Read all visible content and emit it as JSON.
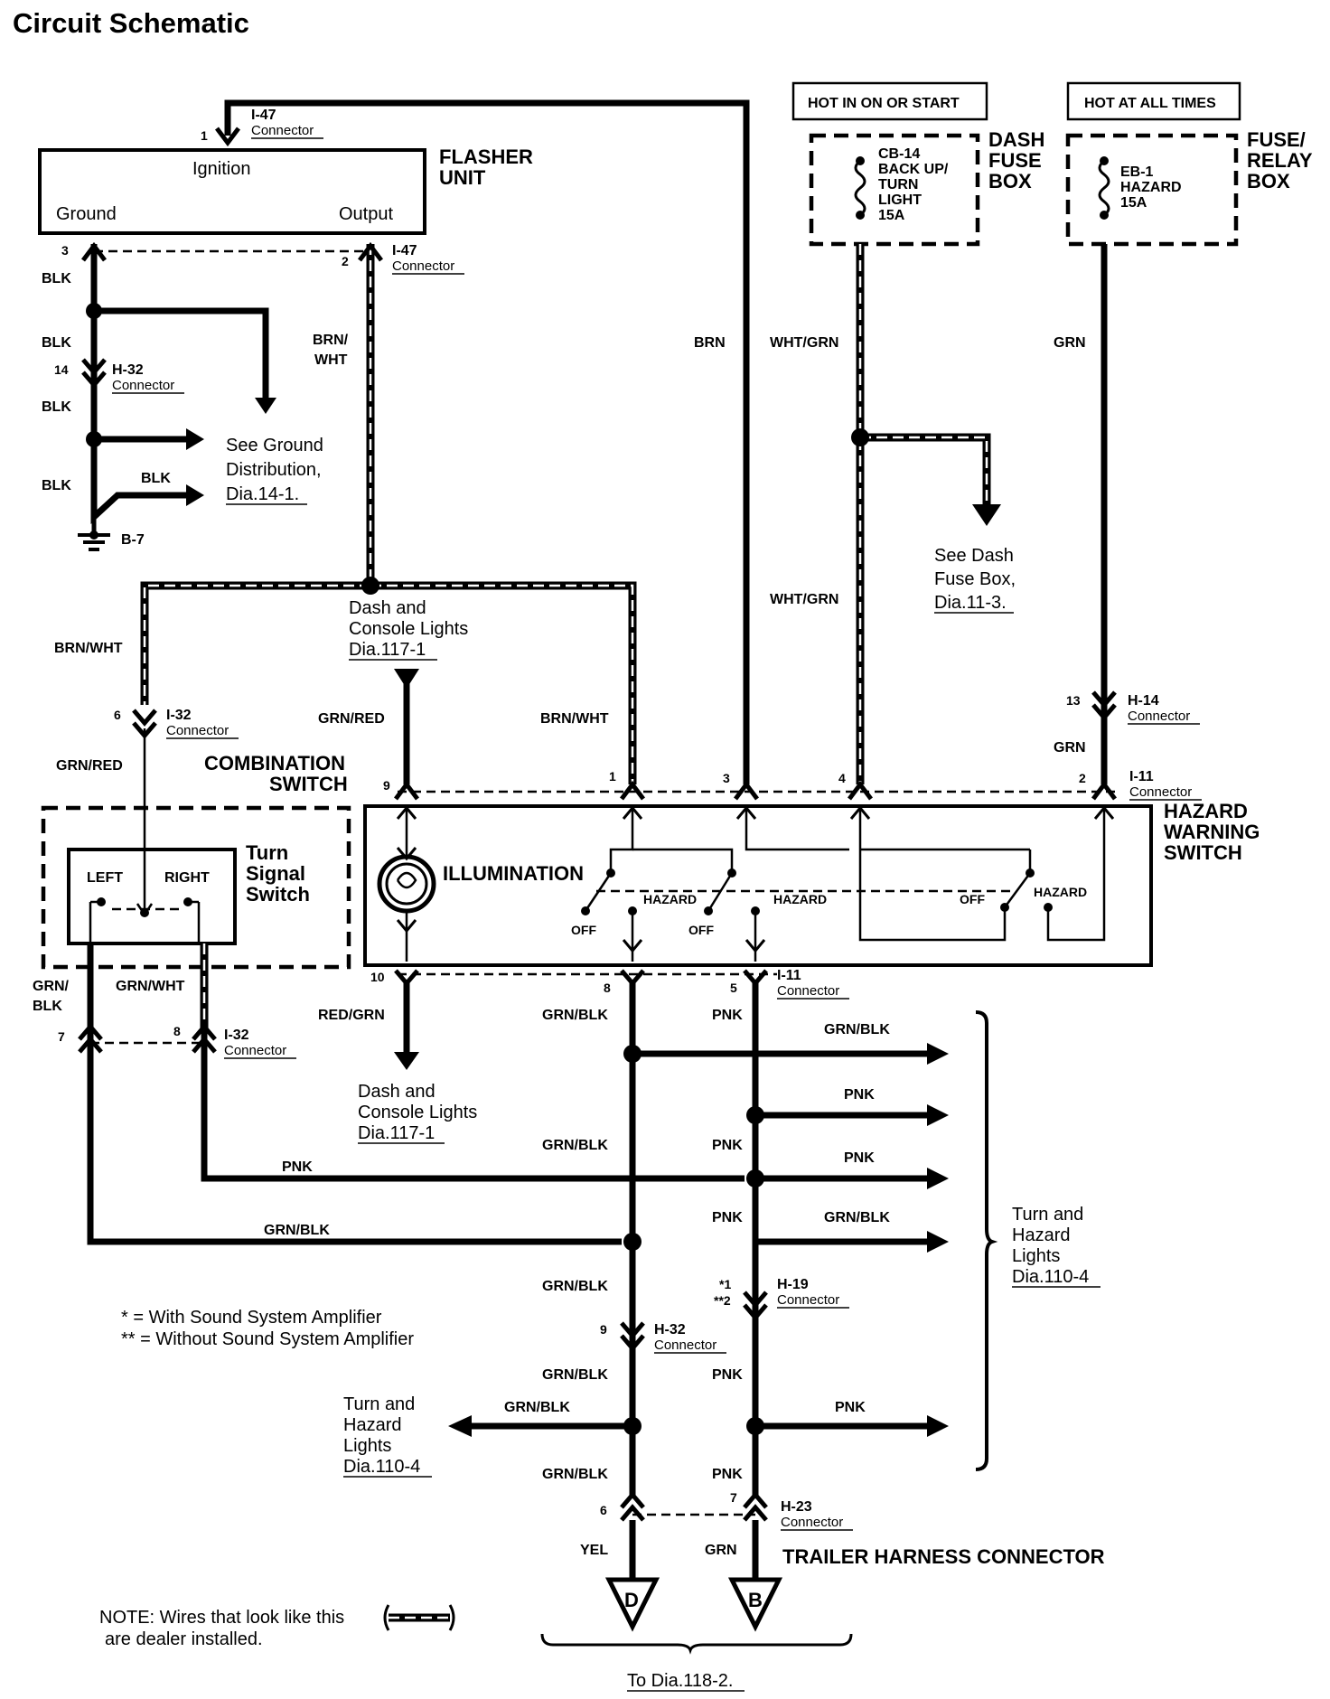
{
  "title": "Circuit Schematic",
  "flasher": {
    "name_1": "FLASHER",
    "name_2": "UNIT",
    "ignition": "Ignition",
    "ground": "Ground",
    "output": "Output"
  },
  "sources": {
    "hot_on": "HOT IN ON OR START",
    "hot_all": "HOT AT ALL TIMES",
    "dash_box": [
      "DASH",
      "FUSE",
      "BOX"
    ],
    "relay_box": [
      "FUSE/",
      "RELAY",
      "BOX"
    ],
    "cb14": [
      "CB-14",
      "BACK UP/",
      "TURN",
      "LIGHT",
      "15A"
    ],
    "eb1": [
      "EB-1",
      "HAZARD",
      "15A"
    ]
  },
  "connectors": {
    "i47": "I-47",
    "i32": "I-32",
    "h32": "H-32",
    "h14": "H-14",
    "i11": "I-11",
    "h19": "H-19",
    "h23": "H-23",
    "connector": "Connector",
    "b7": "B-7"
  },
  "wires": {
    "blk": "BLK",
    "brn": "BRN",
    "brn_wht": "BRN/WHT",
    "brn_1": "BRN/",
    "wht": "WHT",
    "wht_grn": "WHT/GRN",
    "grn": "GRN",
    "grn_red": "GRN/RED",
    "red_grn": "RED/GRN",
    "grn_blk": "GRN/BLK",
    "grn_1": "GRN/",
    "grn_wht": "GRN/WHT",
    "pnk": "PNK",
    "yel": "YEL"
  },
  "pins": {
    "p1": "1",
    "p2": "2",
    "p3": "3",
    "p4": "4",
    "p5": "5",
    "p6": "6",
    "p7": "7",
    "p8": "8",
    "p9": "9",
    "p10": "10",
    "p13": "13",
    "p14": "14",
    "s1": "*1",
    "s2": "**2"
  },
  "refs": {
    "ground_dist": [
      "See Ground",
      "Distribution,",
      "Dia.14-1."
    ],
    "dash_fuse_ref": [
      "See Dash",
      "Fuse Box,",
      "Dia.11-3."
    ],
    "dash_console_top": [
      "Dash and",
      "Console Lights",
      "Dia.117-1"
    ],
    "dash_console_bot": [
      "Dash and",
      "Console Lights",
      "Dia.117-1"
    ],
    "turn_hazard_right": [
      "Turn and",
      "Hazard",
      "Lights",
      "Dia.110-4"
    ],
    "turn_hazard_left": [
      "Turn and",
      "Hazard",
      "Lights",
      "Dia.110-4"
    ],
    "to_dia": "To Dia.118-2."
  },
  "switches": {
    "combination": [
      "COMBINATION",
      "SWITCH"
    ],
    "turn_signal": [
      "Turn",
      "Signal",
      "Switch"
    ],
    "left": "LEFT",
    "right": "RIGHT",
    "hazard_switch": [
      "HAZARD",
      "WARNING",
      "SWITCH"
    ],
    "illumination": "ILLUMINATION",
    "hazard": "HAZARD",
    "off": "OFF"
  },
  "trailer": {
    "label": "TRAILER HARNESS CONNECTOR",
    "d": "D",
    "b": "B"
  },
  "legend": {
    "star1": "* = With Sound System Amplifier",
    "star2": "** = Without Sound System Amplifier"
  },
  "note": {
    "line1": "NOTE: Wires that look like  this",
    "line2": "are dealer installed."
  }
}
